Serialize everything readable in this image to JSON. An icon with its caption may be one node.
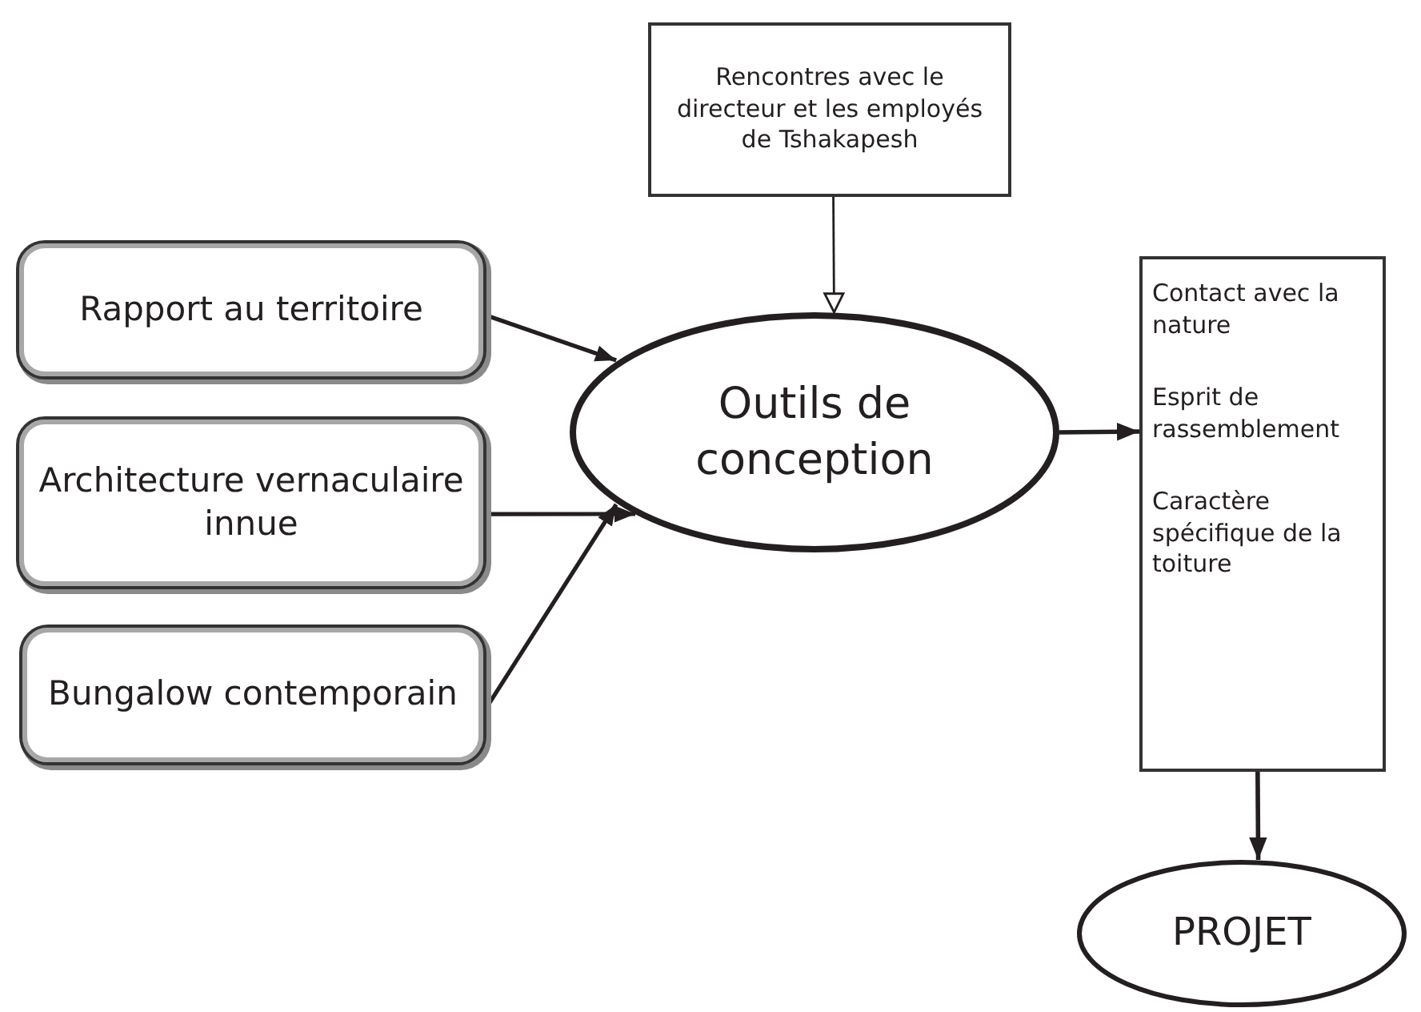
{
  "diagram": {
    "nodes": [
      {
        "text": [
          "Rencontres avec le directeur et les employés de Tshakapesh"
        ]
      },
      {
        "text": [
          "Rapport au territoire"
        ]
      },
      {
        "text": [
          "Architecture vernaculaire innue"
        ]
      },
      {
        "text": [
          "Bungalow contemporain"
        ]
      },
      {
        "text": [
          "Outils de conception"
        ]
      },
      {
        "text": [
          "Contact avec la nature",
          "Esprit de rassemblement",
          "Caractère spécifique de la toiture"
        ]
      },
      {
        "text": [
          "PROJET"
        ]
      }
    ],
    "edges": [
      {
        "from": 0,
        "to": 4,
        "arrow": "to"
      },
      {
        "from": 1,
        "to": 4,
        "arrow": "to"
      },
      {
        "from": 2,
        "to": 4,
        "arrow": "to"
      },
      {
        "from": 3,
        "to": 4,
        "arrow": "to"
      },
      {
        "from": 4,
        "to": 5,
        "arrow": "to"
      },
      {
        "from": 5,
        "to": 6,
        "arrow": "to"
      }
    ]
  }
}
